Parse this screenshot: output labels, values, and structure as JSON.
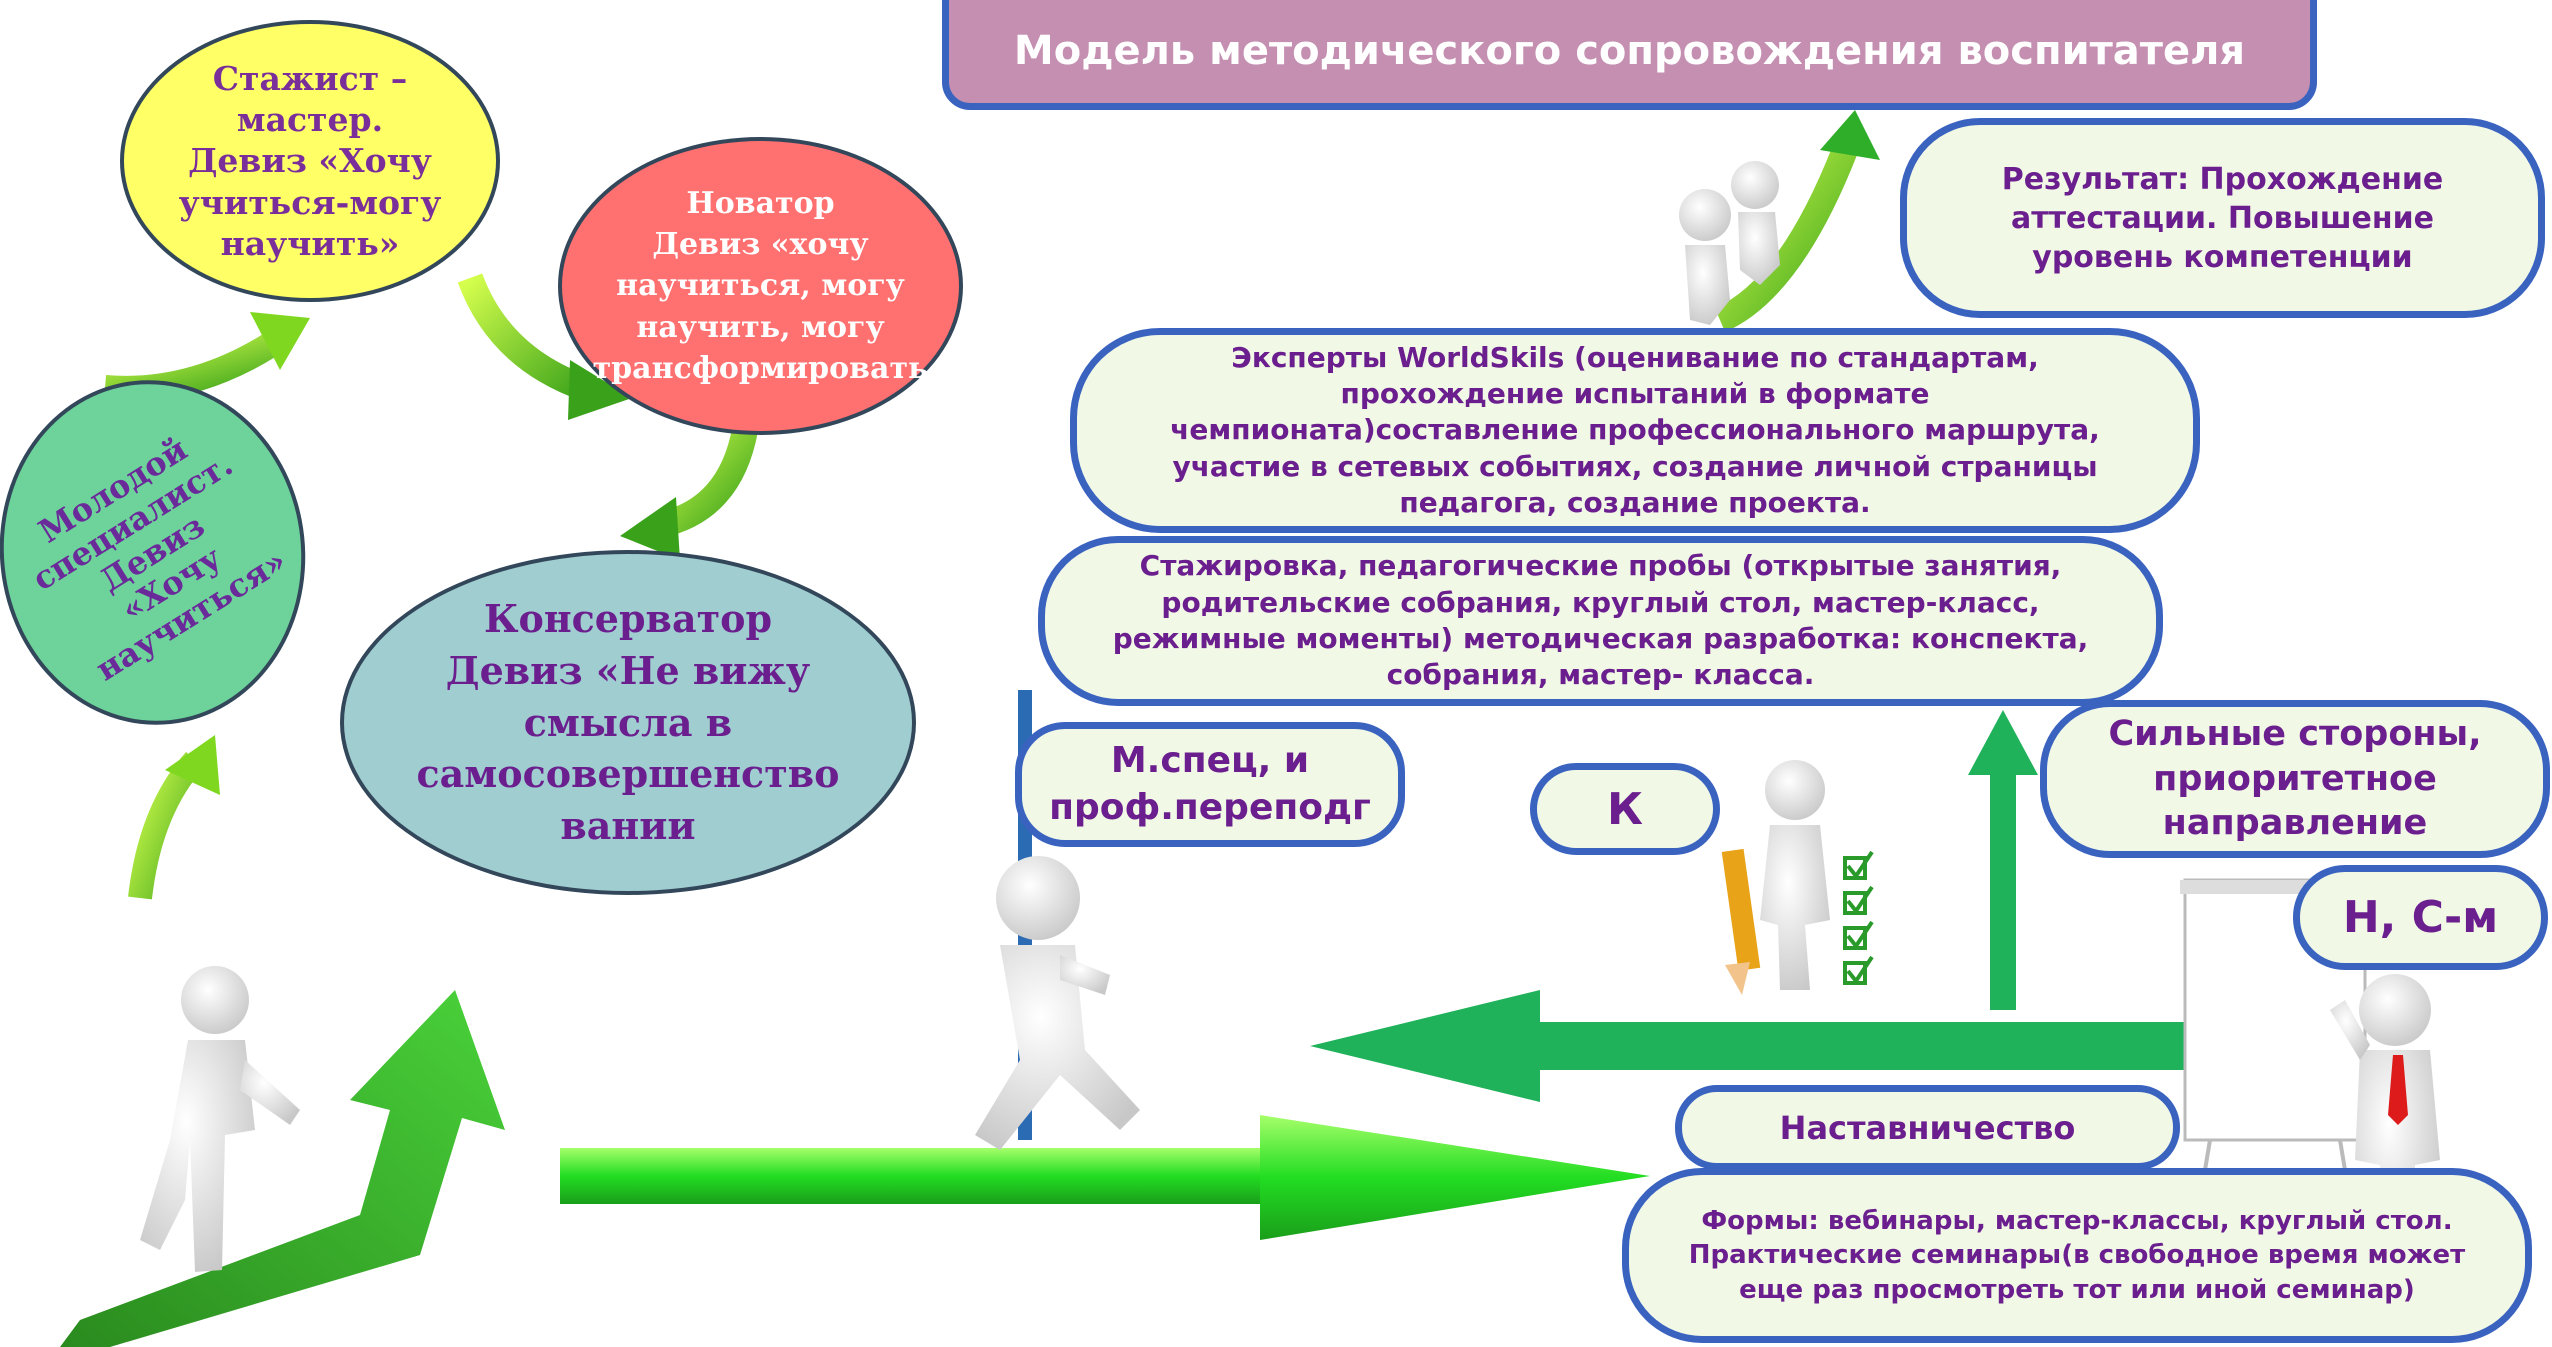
{
  "title": "Модель методического сопровождения воспитателя",
  "stages": {
    "intern": "Стажист –\nмастер.\nДевиз «Хочу\nучиться-могу\nнаучить»",
    "innovator": "Новатор\nДевиз «хочу\nнаучиться, могу\nнаучить, могу\nтрансформировать",
    "young": "Молодой\nспециалист.\nДевиз\n«Хочу\nнаучиться»",
    "conservator": "Консерватор\nДевиз «Не вижу\nсмысла в\nсамосовершенство\nвании"
  },
  "result": "Результат: Прохождение\nаттестации. Повышение\nуровень компетенции",
  "experts": "Эксперты WorldSkils (оценивание по стандартам,\nпрохождение испытаний в формате\nчемпионата)составление профессионального маршрута,\nучастие в сетевых событиях, создание личной страницы\nпедагога, создание проекта.",
  "internship": "Стажировка, педагогические пробы (открытые занятия,\nродительские собрания, круглый стол, мастер-класс,\nрежимные моменты) методическая разработка: конспекта,\nсобрания, мастер- класса.",
  "mspec": "М.спец, и\nпроф.переподг",
  "k": "К",
  "strengths": "Сильные стороны,\nприоритетное\nнаправление",
  "nsm": "Н, С-м",
  "mentoring": "Наставничество",
  "forms": "Формы: вебинары, мастер-классы, круглый стол.\nПрактические семинары(в свободное время может\nеще раз просмотреть тот или иной семинар)",
  "colors": {
    "title_bg": "#c48fb0",
    "frame_blue": "#3a63c0",
    "box_bg": "#f1f8e6",
    "box_text": "#6b1f8e",
    "ellipse_yellow": "#ffff66",
    "ellipse_red": "#ff7070",
    "ellipse_green": "#6dd39a",
    "ellipse_teal": "#a0cdd0",
    "arrow_green": "#22cc22"
  }
}
